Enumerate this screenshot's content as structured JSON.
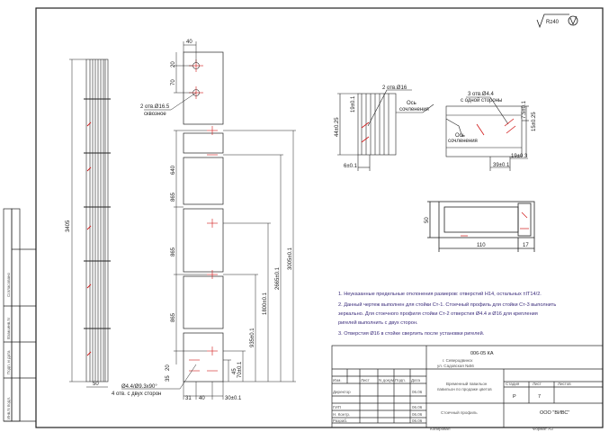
{
  "roughness": {
    "label": "Rz40"
  },
  "dims": {
    "profile_width": "40",
    "hole_offset_top": "20",
    "hole_spacing_top": "70",
    "long_length": "3405",
    "left_width": "50",
    "pitch_1": "640",
    "pitch_2": "865",
    "pitch_3": "865",
    "pitch_4": "865",
    "to_3005": "3005±0.1",
    "to_2665": "2665±0.1",
    "to_1800": "1800±0.1",
    "to_935": "935±0.1",
    "to_70": "70±0.1",
    "bottom_a": "20",
    "bottom_b": "35",
    "bottom_45": "45",
    "bottom_31": "31",
    "bottom_40": "40",
    "bottom_30": "30±0.1",
    "sec_v": "44±0.25",
    "sec_19": "19±0.1",
    "sec_6": "6±0.1",
    "sec_39": "39±0.1",
    "sec_19b": "19±0.3",
    "sec_15": "15±0.25",
    "sec_7": "7.5±0.1",
    "sec_50": "50",
    "sec_110": "110",
    "sec_17": "17"
  },
  "callouts": {
    "holes_through": "2 отв.Ø16.5",
    "holes_through_2": "сквозное",
    "holes_2x16": "2 отв.Ø16",
    "holes_3": "3 отв.Ø4.4",
    "holes_3_2": "с одной стороны",
    "axis_1": "Ось",
    "axis_1b": "сочленения",
    "axis_2": "Ось",
    "axis_2b": "сочленения",
    "bottom_holes": "Ø4.4/Ø9.3х90°",
    "bottom_holes_2": "4 отв. с двух сторон"
  },
  "notes": [
    "1.   Неуказанные предельные отклонения размеров: отверстий Н14, остальных ±IT14/2.",
    "2.   Данный чертеж выполнен для стойки Ст-1. Стоечный профиль для стойки Ст-3 выполнить",
    "      зеркально. Для стоечного профиля стойки Ст-2 отверстия Ø4.4 и Ø16 для крепления",
    "      ригелей выполнить с двух сторон.",
    "3.   Отверстия Ø16 в стойке сверлить после установки ригелей."
  ],
  "title_block": {
    "code": "006-05 КА",
    "place": "г. Северодвинск",
    "address": "ул. Садовская №56",
    "doc_title_1": "Временный павильон",
    "doc_title_2": "павильон по продаже цветов",
    "part_name": "Стоечный профиль",
    "company": "ООО \"ВИВС\"",
    "col_stage": "Стадия",
    "col_sheet": "Лист",
    "col_sheets": "Листов",
    "stage": "Р",
    "sheet": "7",
    "rows_header": [
      "Изм.",
      "Лист",
      "N докум.",
      "Подп.",
      "Дата"
    ],
    "roles": [
      "Директор",
      "ГИП",
      "Н. Контр.",
      "Разраб."
    ],
    "date_stamp": "06.06",
    "copied": "Копировал",
    "format": "Формат А3"
  },
  "side_stamp": {
    "labels": [
      "Согласовано",
      "Взам.инв.N",
      "Подп. и дата",
      "Инв.N подл."
    ]
  }
}
